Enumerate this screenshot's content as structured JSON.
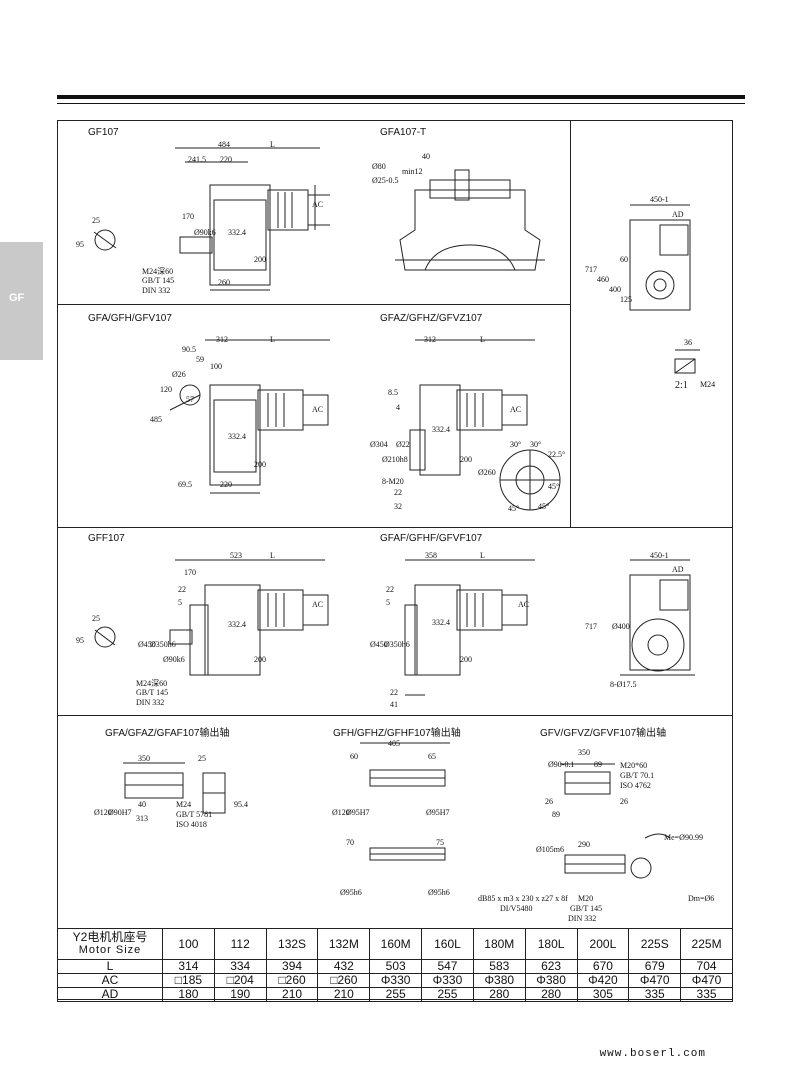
{
  "side_tab": {
    "label": "GF"
  },
  "sections": {
    "gf107": {
      "title": "GF107",
      "dims": [
        "484",
        "L",
        "241.5",
        "220",
        "25",
        "95",
        "170",
        "Ø90k6",
        "332.4",
        "200",
        "260",
        "AC"
      ],
      "note": [
        "M24深60",
        "GB/T 145",
        "DIN 332"
      ]
    },
    "gfa107t": {
      "title": "GFA107-T",
      "dims": [
        "40",
        "min12",
        "Ø80",
        "Ø25-0.5"
      ]
    },
    "side_top": {
      "dims": [
        "450-1",
        "AD",
        "717",
        "460",
        "400",
        "125",
        "60"
      ]
    },
    "gfa_gfh_gfv": {
      "title": "GFA/GFH/GFV107",
      "dims": [
        "312",
        "L",
        "90.5",
        "59",
        "100",
        "120",
        "Ø26",
        "57",
        "485",
        "332.4",
        "200",
        "69.5",
        "220",
        "AC"
      ]
    },
    "gfaz": {
      "title": "GFAZ/GFHZ/GFVZ107",
      "dims": [
        "312",
        "L",
        "8.5",
        "4",
        "Ø304",
        "Ø210h8",
        "Ø22",
        "332.4",
        "200",
        "8-M20",
        "22",
        "32",
        "AC",
        "30°",
        "30°",
        "22.5°",
        "45°",
        "45°",
        "45°",
        "Ø260"
      ]
    },
    "side_key": {
      "dims": [
        "36",
        "2:1",
        "M24"
      ]
    },
    "gff107": {
      "title": "GFF107",
      "dims": [
        "523",
        "L",
        "170",
        "22",
        "5",
        "25",
        "95",
        "Ø450",
        "Ø350h6",
        "Ø90k6",
        "332.4",
        "200",
        "AC"
      ],
      "note": [
        "M24深60",
        "GB/T 145",
        "DIN 332"
      ]
    },
    "gfaf": {
      "title": "GFAF/GFHF/GFVF107",
      "dims": [
        "358",
        "L",
        "22",
        "5",
        "Ø450",
        "Ø350h6",
        "332.4",
        "200",
        "22",
        "41",
        "AC"
      ]
    },
    "side_flange": {
      "dims": [
        "450-1",
        "AD",
        "717",
        "Ø400",
        "8-Ø17.5"
      ]
    },
    "out1": {
      "title": "GFA/GFAZ/GFAF107输出轴",
      "dims": [
        "350",
        "25",
        "Ø120",
        "Ø90H7",
        "40",
        "313",
        "95.4"
      ],
      "note": [
        "M24",
        "GB/T 5781",
        "ISO 4018"
      ]
    },
    "out2": {
      "title": "GFH/GFHZ/GFHF107输出轴",
      "dims": [
        "405",
        "60",
        "65",
        "Ø120",
        "Ø95H7",
        "Ø95H7",
        "70",
        "75",
        "Ø95h6",
        "Ø95h6"
      ]
    },
    "out3": {
      "title": "GFV/GFVZ/GFVF107输出轴",
      "dims": [
        "350",
        "89",
        "Ø90-0.1",
        "26",
        "89",
        "26",
        "290",
        "Ø105m6",
        "Me=Ø90.99",
        "Dm=Ø6"
      ],
      "note": [
        "M20*60",
        "GB/T 70.1",
        "ISO 4762"
      ],
      "note2": [
        "dB85 x m3 x 230 x z27 x 8f",
        "DI/V5480"
      ],
      "note3": [
        "M20",
        "GB/T 145",
        "DIN 332"
      ]
    }
  },
  "table": {
    "header_cn": "Y2电机机座号",
    "header_en": "Motor Size",
    "sizes": [
      "100",
      "112",
      "132S",
      "132M",
      "160M",
      "160L",
      "180M",
      "180L",
      "200L",
      "225S",
      "225M"
    ],
    "rows": [
      {
        "label": "L",
        "values": [
          "314",
          "334",
          "394",
          "432",
          "503",
          "547",
          "583",
          "623",
          "670",
          "679",
          "704"
        ]
      },
      {
        "label": "AC",
        "values": [
          "□185",
          "□204",
          "□260",
          "□260",
          "Φ330",
          "Φ330",
          "Φ380",
          "Φ380",
          "Φ420",
          "Φ470",
          "Φ470"
        ]
      },
      {
        "label": "AD",
        "values": [
          "180",
          "190",
          "210",
          "210",
          "255",
          "255",
          "280",
          "280",
          "305",
          "335",
          "335"
        ]
      }
    ]
  },
  "footer": {
    "website": "www.boserl.com"
  }
}
